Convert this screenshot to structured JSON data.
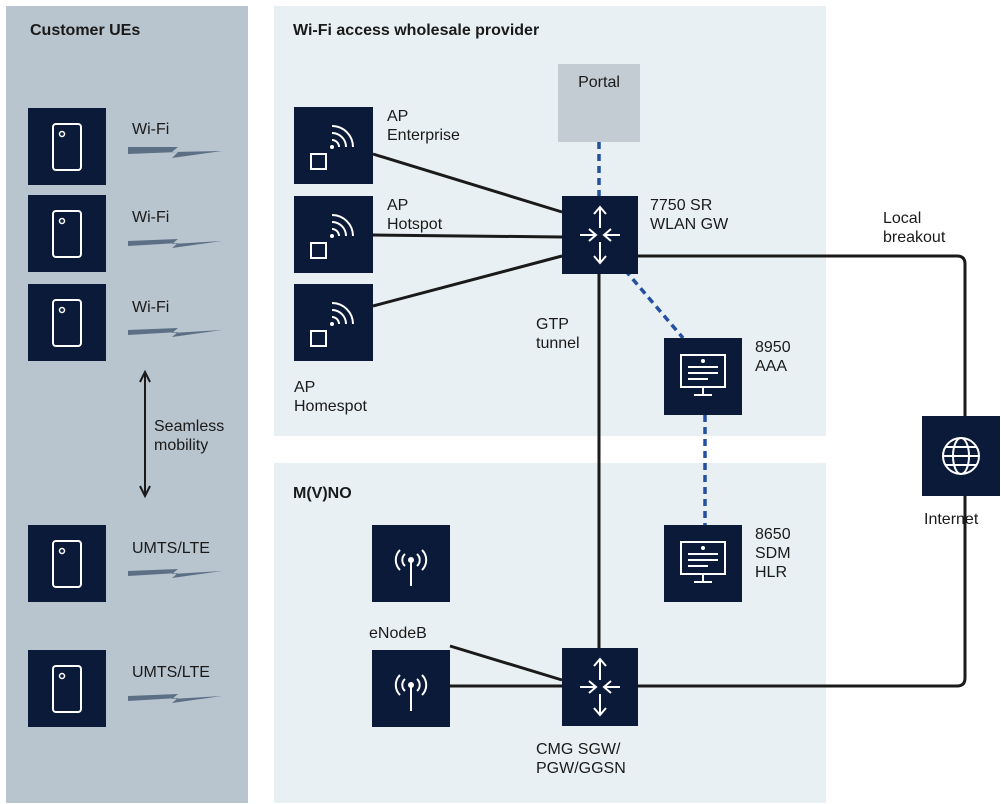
{
  "panels": {
    "customer": "Customer UEs",
    "wifi": "Wi-Fi access wholesale provider",
    "mvno": "M(V)NO"
  },
  "ues": [
    {
      "link": "Wi-Fi"
    },
    {
      "link": "Wi-Fi"
    },
    {
      "link": "Wi-Fi"
    },
    {
      "link": "UMTS/LTE"
    },
    {
      "link": "UMTS/LTE"
    }
  ],
  "mobility": [
    "Seamless",
    "mobility"
  ],
  "aps": [
    {
      "lines": [
        "AP",
        "Enterprise"
      ]
    },
    {
      "lines": [
        "AP",
        "Hotspot"
      ]
    },
    {
      "lines": [
        "AP",
        "Homespot"
      ]
    }
  ],
  "portal": "Portal",
  "wlan_gw": [
    "7750 SR",
    "WLAN GW"
  ],
  "gtp": [
    "GTP",
    "tunnel"
  ],
  "aaa": [
    "8950",
    "AAA"
  ],
  "sdm": [
    "8650",
    "SDM",
    "HLR"
  ],
  "enodeb": "eNodeB",
  "cmg": [
    "CMG SGW/",
    "PGW/GGSN"
  ],
  "local_breakout": [
    "Local",
    "breakout"
  ],
  "internet": "Internet",
  "colors": {
    "node_fill": "#0b1a38",
    "customer_panel": "#b8c4ce",
    "provider_panel": "#e8f0f3",
    "portal_fill": "#c3cbd3",
    "dashed_link": "#2450a0",
    "solid_link": "#1a1a1a"
  }
}
